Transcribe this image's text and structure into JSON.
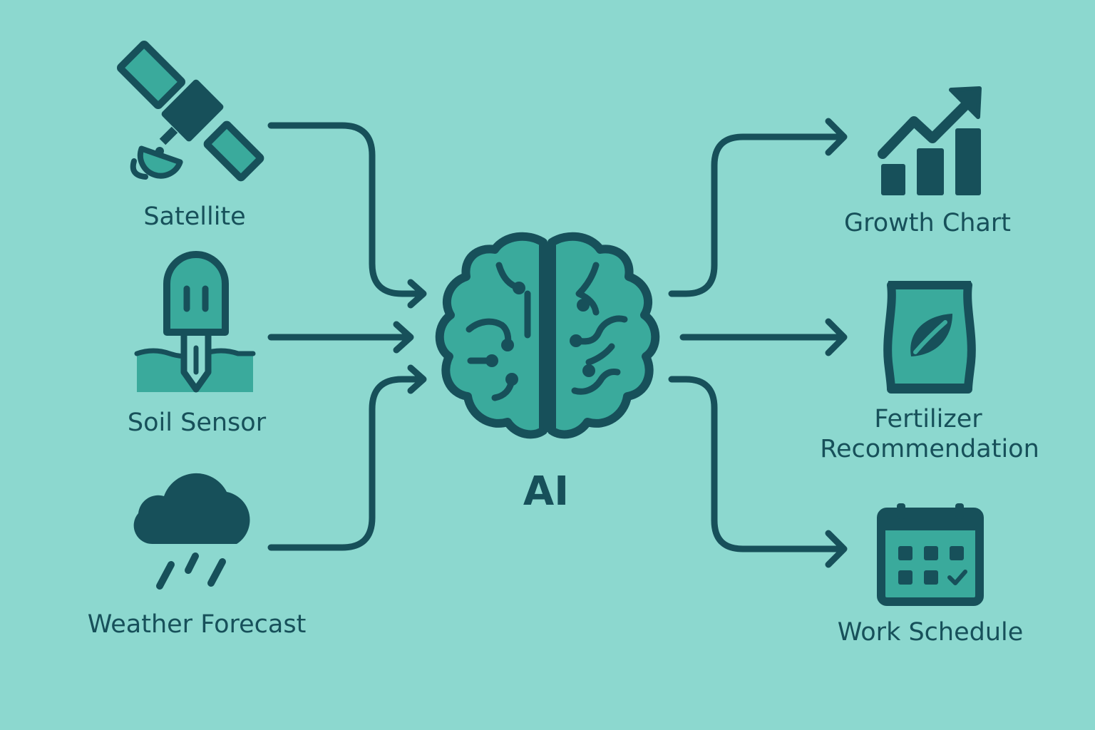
{
  "colors": {
    "background": "#8cd8cf",
    "dark": "#17505a",
    "mid": "#3aaa9c"
  },
  "inputs": [
    {
      "label": "Satellite",
      "icon": "satellite-icon"
    },
    {
      "label": "Soil Sensor",
      "icon": "soil-sensor-icon"
    },
    {
      "label": "Weather Forecast",
      "icon": "rain-cloud-icon"
    }
  ],
  "center": {
    "label": "AI",
    "icon": "brain-icon"
  },
  "outputs": [
    {
      "label": "Growth Chart",
      "icon": "growth-chart-icon"
    },
    {
      "label_line1": "Fertilizer",
      "label_line2": "Recommendation",
      "icon": "fertilizer-bag-icon"
    },
    {
      "label": "Work Schedule",
      "icon": "calendar-icon"
    }
  ]
}
